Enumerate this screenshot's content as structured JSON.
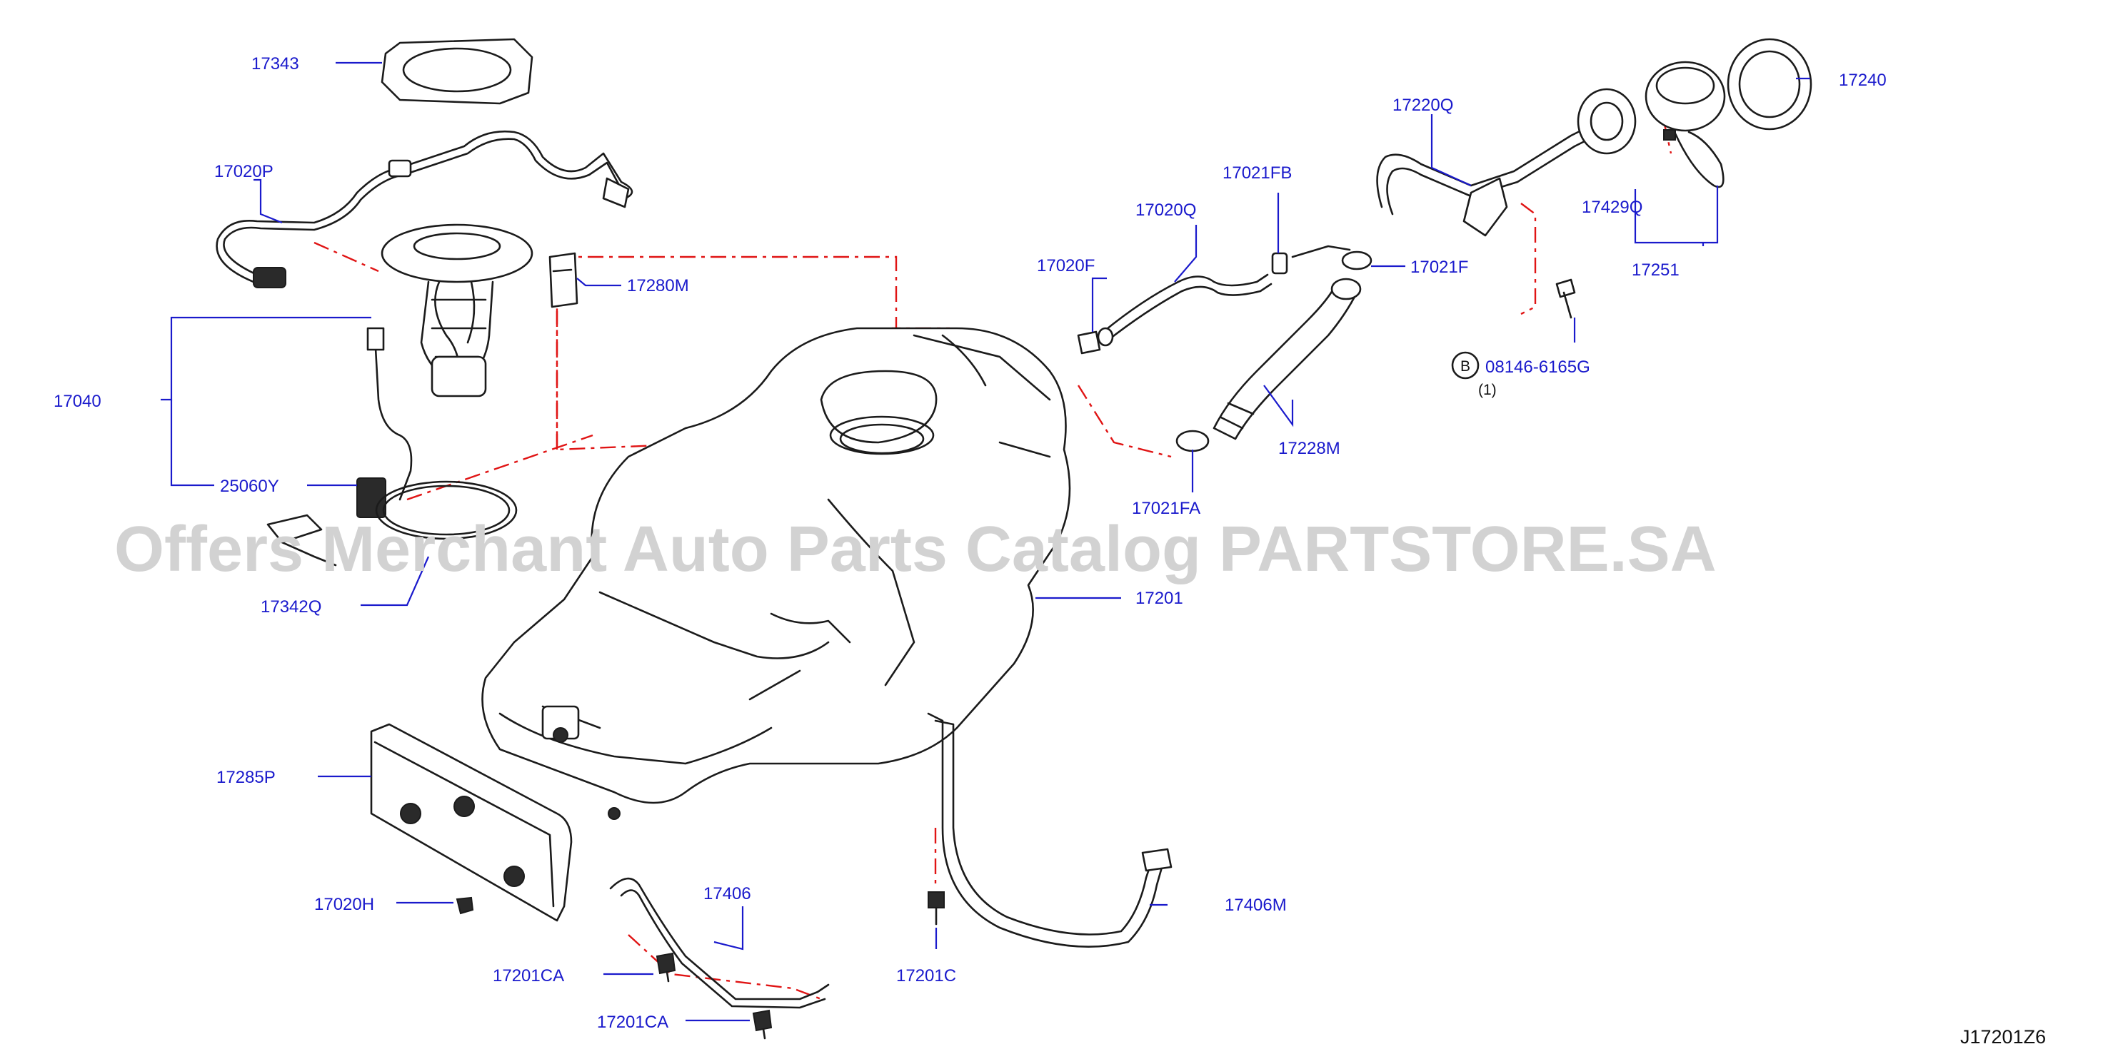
{
  "diagram_code": "J17201Z6",
  "watermark": "Offers Merchant Auto Parts Catalog PARTSTORE.SA",
  "callouts": {
    "p17343": "17343",
    "p17020P": "17020P",
    "p17040": "17040",
    "p25060Y": "25060Y",
    "p17342Q": "17342Q",
    "p17280M": "17280M",
    "p17020F": "17020F",
    "p17020Q": "17020Q",
    "p17021FB": "17021FB",
    "p17021F": "17021F",
    "p17220Q": "17220Q",
    "p17240": "17240",
    "p17429Q": "17429Q",
    "p17251": "17251",
    "p08146": "08146-6165G",
    "p08146_qty": "(1)",
    "p08146_mark": "B",
    "p17228M": "17228M",
    "p17021FA": "17021FA",
    "p17201": "17201",
    "p17285P": "17285P",
    "p17020H": "17020H",
    "p17406": "17406",
    "p17406M": "17406M",
    "p17201CA_a": "17201CA",
    "p17201CA_b": "17201CA",
    "p17201C": "17201C"
  },
  "colors": {
    "label": "#1a1acc",
    "part_line": "#1b1b1b",
    "phantom_line": "#e01414",
    "watermark": "#d2d2d2"
  }
}
